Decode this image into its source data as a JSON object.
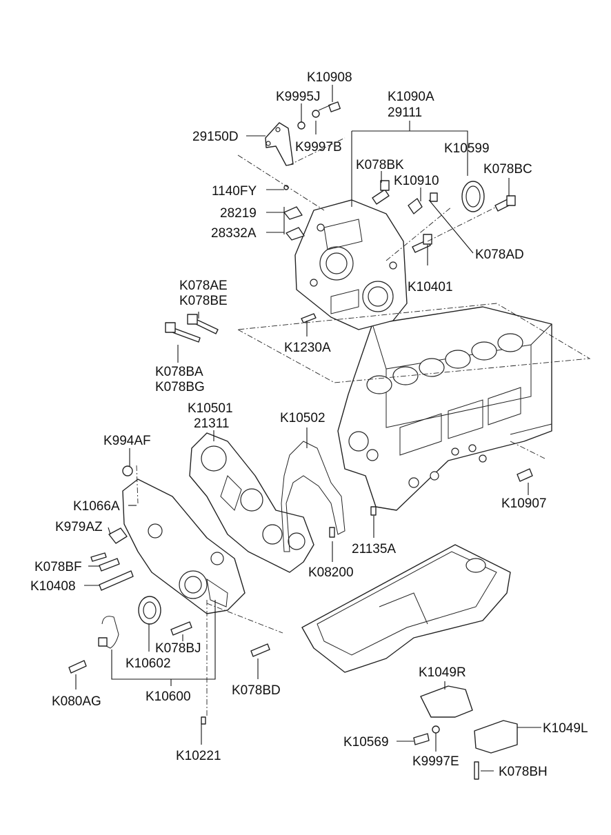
{
  "colors": {
    "background": "#ffffff",
    "ink": "#111111"
  },
  "labels": {
    "k10908": "K10908",
    "k9995j": "K9995J",
    "k1090a": "K1090A",
    "n29111": "29111",
    "n29150d": "29150D",
    "k9997b": "K9997B",
    "k10599": "K10599",
    "k078bk": "K078BK",
    "k078bc": "K078BC",
    "k10910": "K10910",
    "n1140fy": "1140FY",
    "n28219": "28219",
    "n28332a": "28332A",
    "k078ad": "K078AD",
    "k10401": "K10401",
    "k078ae": "K078AE",
    "k078be": "K078BE",
    "k1230a": "K1230A",
    "k078ba": "K078BA",
    "k078bg": "K078BG",
    "k10501": "K10501",
    "n21311": "21311",
    "k10502": "K10502",
    "k994af": "K994AF",
    "k1066a": "K1066A",
    "k979az": "K979AZ",
    "k10907": "K10907",
    "n21135a": "21135A",
    "k078bf": "K078BF",
    "k10408": "K10408",
    "k08200": "K08200",
    "k078bj": "K078BJ",
    "k10602": "K10602",
    "k078bd": "K078BD",
    "k1049r": "K1049R",
    "k080ag": "K080AG",
    "k10600": "K10600",
    "k1049l": "K1049L",
    "k10569": "K10569",
    "k9997e": "K9997E",
    "k078bh": "K078BH",
    "k10221": "K10221"
  }
}
